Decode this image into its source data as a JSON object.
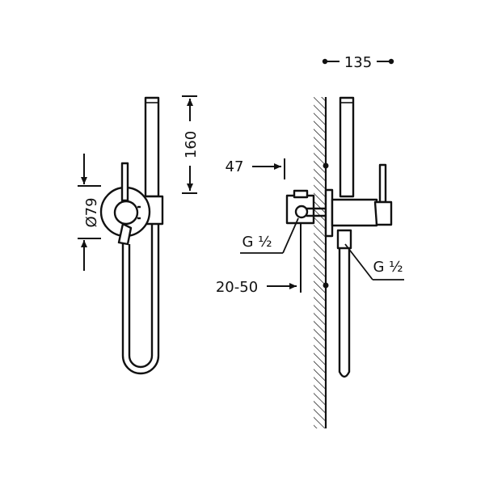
{
  "dimensions": {
    "width_top": "135",
    "height_handshower": "160",
    "diameter_plate": "Ø79",
    "depth_body": "47",
    "thread_inlet": "G ½",
    "thread_outlet": "G ½",
    "wall_depth_range": "20-50"
  },
  "colors": {
    "line": "#111111",
    "background": "#ffffff"
  }
}
